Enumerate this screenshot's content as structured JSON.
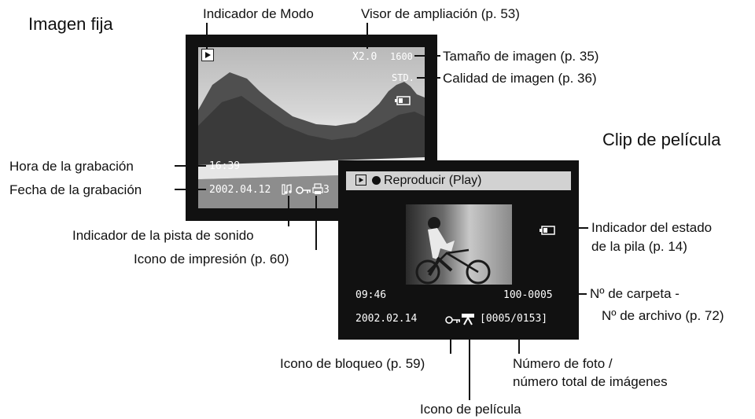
{
  "titles": {
    "still": "Imagen fija",
    "movie": "Clip de película"
  },
  "still_labels": {
    "mode_indicator": "Indicador de Modo",
    "magnification": "Visor de ampliación (p. 53)",
    "image_size": "Tamaño de imagen (p. 35)",
    "image_quality": "Calidad de imagen (p. 36)",
    "record_time": "Hora de la grabación",
    "record_date": "Fecha de la grabación",
    "audio_track": "Indicador de la pista de sonido",
    "print_icon": "Icono de impresión (p. 60)"
  },
  "still_osd": {
    "zoom": "X2.0",
    "size": "1600",
    "quality": "STD.",
    "time": "16:39",
    "date": "2002.04.12",
    "print_count": "3"
  },
  "movie_labels": {
    "battery_line1": "Indicador del estado",
    "battery_line2": "de la pila (p. 14)",
    "folder_line1": "Nº de carpeta -",
    "folder_line2": "Nº de archivo (p. 72)",
    "lock_icon": "Icono de bloqueo (p. 59)",
    "frame_line1": "Número de foto /",
    "frame_line2": "número total de imágenes",
    "movie_icon": "Icono de película"
  },
  "movie_osd": {
    "header": "Reproducir (Play)",
    "time": "09:46",
    "file": "100-0005",
    "date": "2002.02.14",
    "frame": "[0005/0153]"
  }
}
